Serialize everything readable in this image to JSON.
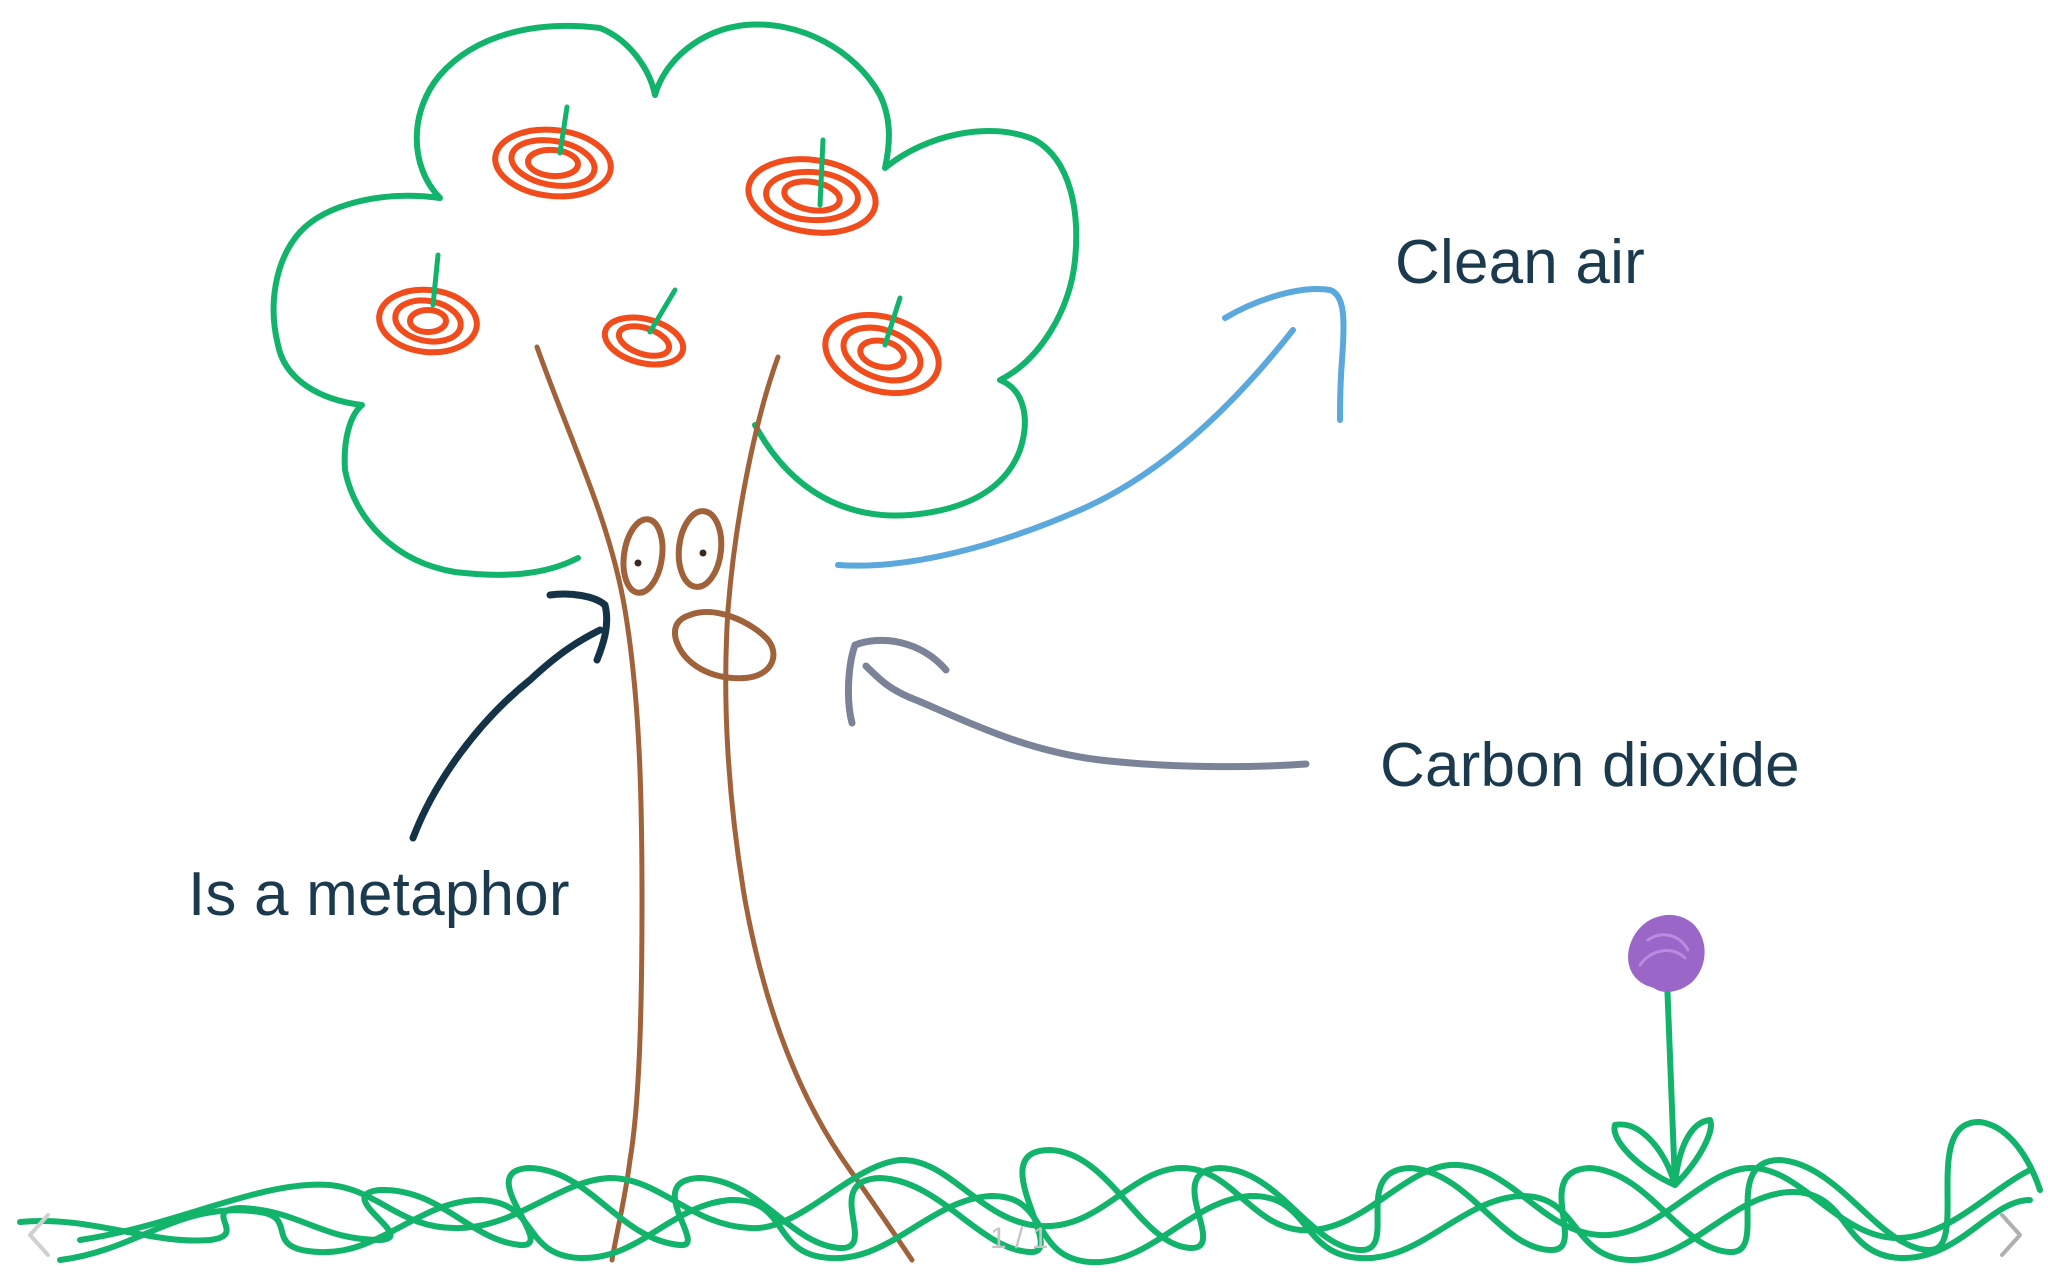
{
  "labels": {
    "clean_air": "Clean air",
    "carbon_dioxide": "Carbon dioxide",
    "metaphor": "Is a metaphor"
  },
  "pager": {
    "text": "1 / 1"
  },
  "nav": {
    "prev_icon": "chevron-left-icon",
    "next_icon": "chevron-right-icon"
  },
  "colors": {
    "canopy": "#12b36a",
    "trunk": "#a0623a",
    "apple": "#f04c1c",
    "clean_air_arrow": "#5aa8dc",
    "co2_arrow": "#7a8398",
    "metaphor_arrow": "#153347",
    "flower": "#9a66c8",
    "text": "#1c3a4e"
  }
}
